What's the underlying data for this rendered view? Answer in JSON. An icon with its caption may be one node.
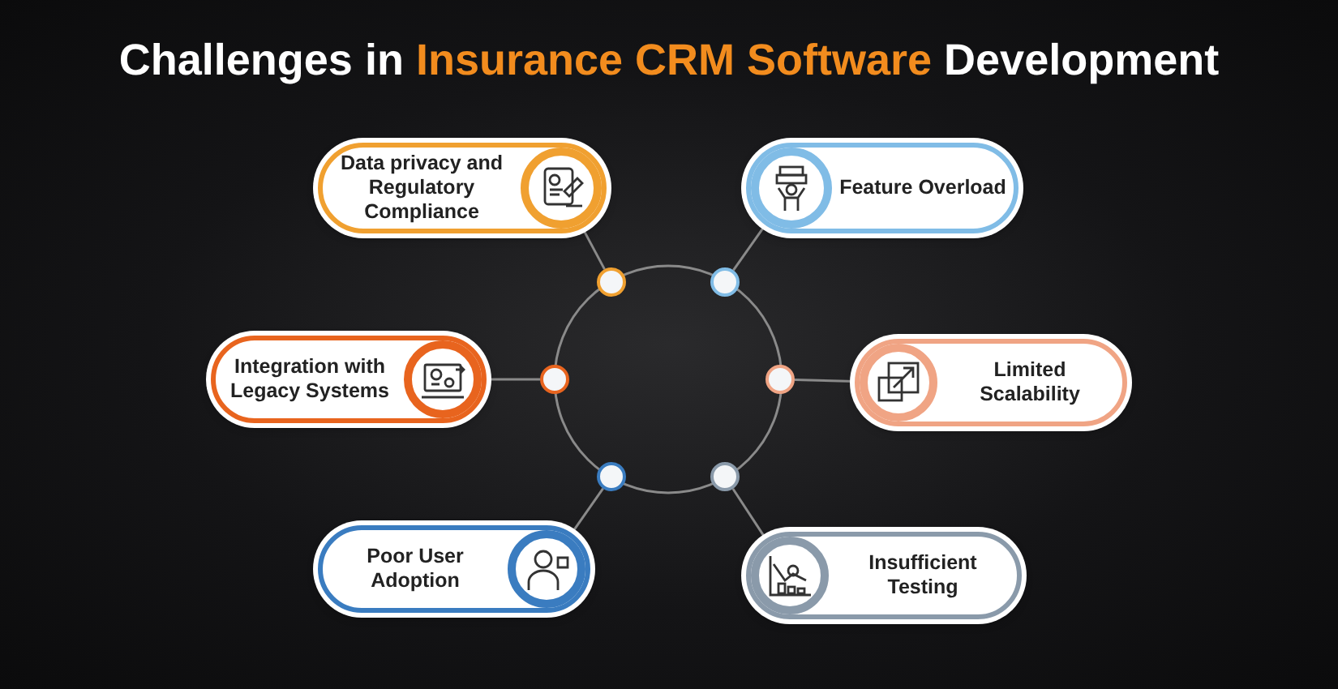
{
  "diagram": {
    "title": "Challenges in **Insurance CRM Software** Development",
    "nodes": [
      {
        "text": [
          "Data privacy and Regulatory Compliance"
        ]
      },
      {
        "text": [
          "Feature Overload"
        ]
      },
      {
        "text": [
          "Integration with Legacy Systems"
        ]
      },
      {
        "text": [
          "Limited Scalability"
        ]
      },
      {
        "text": [
          "Poor User Adoption"
        ]
      },
      {
        "text": [
          "Insufficient Testing"
        ]
      },
      {
        "text": [],
        "shape": "circle"
      },
      {
        "text": [],
        "shape": "circle"
      },
      {
        "text": [],
        "shape": "circle"
      },
      {
        "text": [],
        "shape": "circle"
      },
      {
        "text": [],
        "shape": "circle"
      },
      {
        "text": [],
        "shape": "circle"
      }
    ],
    "edges": [
      {
        "from": 0,
        "to": 6,
        "arrow": "none"
      },
      {
        "from": 1,
        "to": 7,
        "arrow": "none"
      },
      {
        "from": 2,
        "to": 8,
        "arrow": "none"
      },
      {
        "from": 3,
        "to": 9,
        "arrow": "none"
      },
      {
        "from": 4,
        "to": 10,
        "arrow": "none"
      },
      {
        "from": 5,
        "to": 11,
        "arrow": "none"
      }
    ]
  }
}
